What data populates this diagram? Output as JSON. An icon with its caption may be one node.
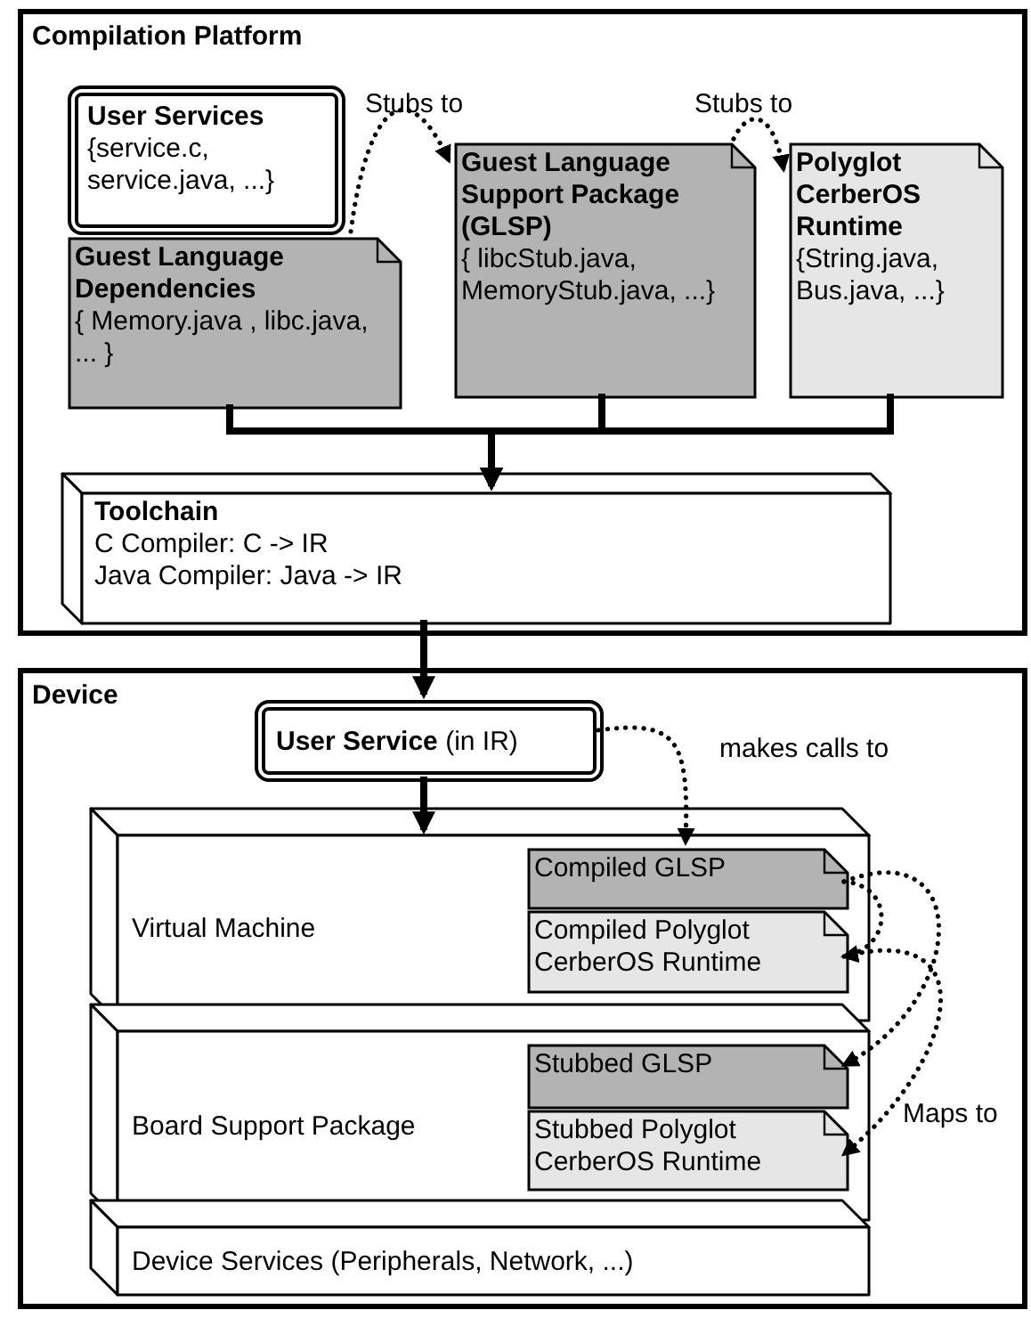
{
  "diagram": {
    "nodes": [
      {
        "text": [
          "Compilation Platform"
        ]
      },
      {
        "text": [
          "User Services",
          "{service.c, service.java, ...}"
        ],
        "in": 0
      },
      {
        "text": [
          "Guest Language Dependencies",
          "{ Memory.java , libc.java,  ... }"
        ],
        "in": 0
      },
      {
        "text": [
          "Guest Language Support Package (GLSP)",
          "{ libcStub.java, MemoryStub.java, ...}"
        ],
        "in": 0
      },
      {
        "text": [
          "Polyglot CerberOS Runtime",
          "{String.java, Bus.java, ...}"
        ],
        "in": 0
      },
      {
        "text": [
          "Toolchain",
          "C Compiler: C -> IR",
          "Java Compiler: Java -> IR"
        ],
        "in": 0
      },
      {
        "text": [
          "Device"
        ]
      },
      {
        "text": [
          "**User Service** (in IR)"
        ],
        "in": 6
      },
      {
        "text": [
          "Virtual Machine"
        ],
        "in": 6
      },
      {
        "text": [
          "Compiled GLSP"
        ],
        "in": 8
      },
      {
        "text": [
          "Compiled Polyglot CerberOS Runtime"
        ],
        "in": 8
      },
      {
        "text": [
          "Board Support Package"
        ],
        "in": 6
      },
      {
        "text": [
          "Stubbed GLSP"
        ],
        "in": 11
      },
      {
        "text": [
          "Stubbed Polyglot CerberOS Runtime"
        ],
        "in": 11
      },
      {
        "text": [
          "Device Services (Peripherals, Network, ...)"
        ],
        "in": 6
      }
    ],
    "edges": [
      {
        "from": 2,
        "to": 3,
        "arrow": "to",
        "label": "Stubs to",
        "style": "dashed"
      },
      {
        "from": 3,
        "to": 4,
        "arrow": "to",
        "label": "Stubs to",
        "style": "dashed"
      },
      {
        "from": 2,
        "to": 5,
        "arrow": "to"
      },
      {
        "from": 3,
        "to": 5,
        "arrow": "to"
      },
      {
        "from": 4,
        "to": 5,
        "arrow": "to"
      },
      {
        "from": 5,
        "to": 7,
        "arrow": "to"
      },
      {
        "from": 7,
        "to": 8,
        "arrow": "to"
      },
      {
        "from": 7,
        "to": 9,
        "arrow": "to",
        "label": "makes calls to",
        "style": "dashed"
      },
      {
        "from": 9,
        "to": 10,
        "arrow": "to",
        "style": "dashed"
      },
      {
        "from": 9,
        "to": 12,
        "arrow": "to",
        "style": "dashed"
      },
      {
        "from": 10,
        "to": 13,
        "arrow": "to",
        "label": "Maps to",
        "style": "dashed"
      }
    ]
  }
}
